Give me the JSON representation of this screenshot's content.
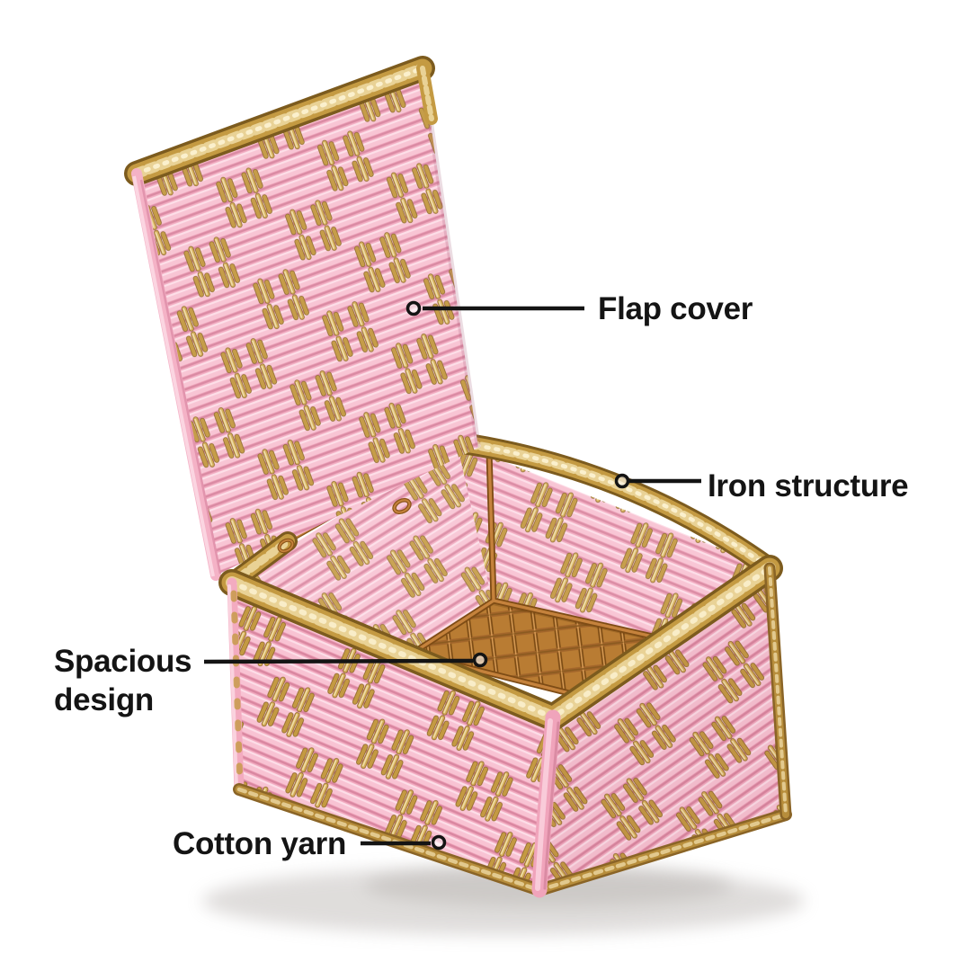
{
  "figure": {
    "type": "annotated product photo",
    "subject": "pink and gold woven storage basket with open flap lid",
    "background": "#ffffff"
  },
  "callouts": {
    "flap_cover": {
      "label": "Flap cover"
    },
    "iron_structure": {
      "label": "Iron structure"
    },
    "spacious_design": {
      "label": "Spacious design"
    },
    "cotton_yarn": {
      "label": "Cotton yarn"
    }
  },
  "colors": {
    "yarn_pink": "#f2a9bf",
    "yarn_pink_highlight": "#f8c3d3",
    "yarn_pink_shadow": "#d5809b",
    "metallic_gold": "#c49a42",
    "metallic_gold_light": "#e9d296",
    "iron_copper": "#b06c2a",
    "wicker_base": "#b97c33",
    "label_text": "#141414",
    "callout_line": "#141414"
  }
}
